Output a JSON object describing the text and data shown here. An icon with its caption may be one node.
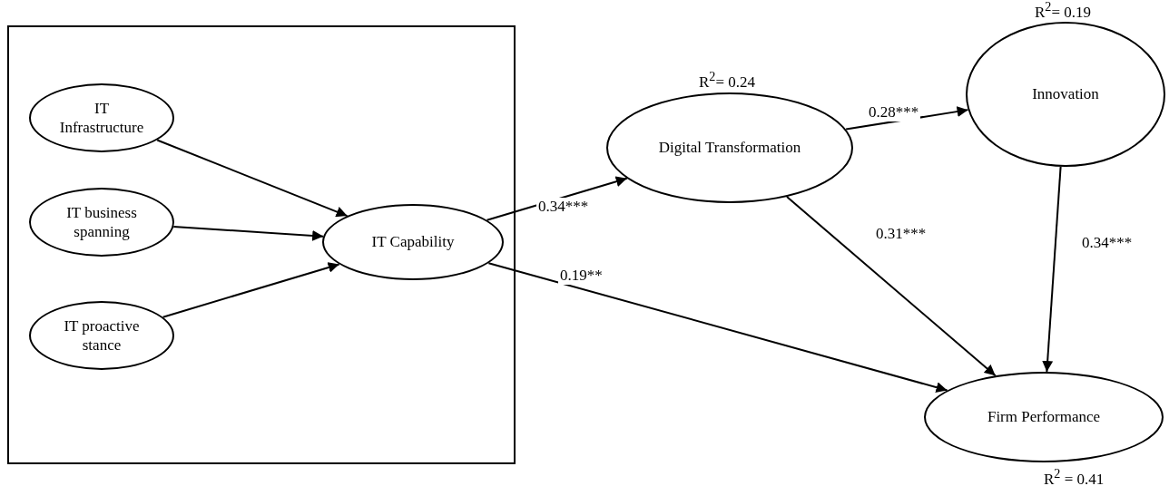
{
  "diagram": {
    "nodes": [
      {
        "text": [],
        "shape": "box"
      },
      {
        "text": [
          "IT Infrastructure"
        ],
        "in": 0
      },
      {
        "text": [
          "IT business spanning"
        ],
        "in": 0
      },
      {
        "text": [
          "IT proactive stance"
        ],
        "in": 0
      },
      {
        "text": [
          "IT Capability"
        ],
        "in": 0
      },
      {
        "text": [
          "Digital Transformation"
        ],
        "beside": [
          "R$^{2}$= 0.24"
        ]
      },
      {
        "text": [
          "Innovation"
        ],
        "beside": [
          "R$^{2}$= 0.19"
        ]
      },
      {
        "text": [
          "Firm Performance"
        ],
        "beside": [
          "R$^{2}$ = 0.41"
        ]
      }
    ],
    "edges": [
      {
        "from": 1,
        "to": 4,
        "arrow": "to"
      },
      {
        "from": 2,
        "to": 4,
        "arrow": "to"
      },
      {
        "from": 3,
        "to": 4,
        "arrow": "to"
      },
      {
        "from": 4,
        "to": 5,
        "arrow": "to",
        "label": "0.34***"
      },
      {
        "from": 5,
        "to": 6,
        "arrow": "to",
        "label": "0.28***"
      },
      {
        "from": 5,
        "to": 7,
        "arrow": "to",
        "label": "0.31***"
      },
      {
        "from": 6,
        "to": 7,
        "arrow": "to",
        "label": "0.34***"
      },
      {
        "from": 4,
        "to": 7,
        "arrow": "to",
        "label": "0.19**"
      }
    ]
  }
}
